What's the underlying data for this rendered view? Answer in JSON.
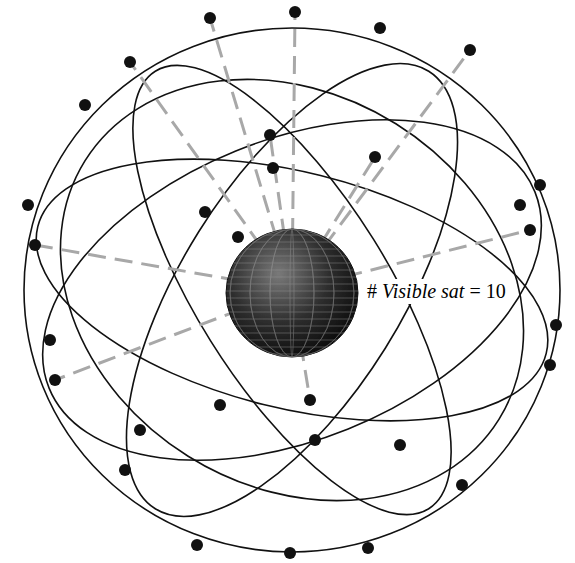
{
  "diagram": {
    "labels": [
      "#",
      "Visible sat",
      "= 10"
    ]
  }
}
